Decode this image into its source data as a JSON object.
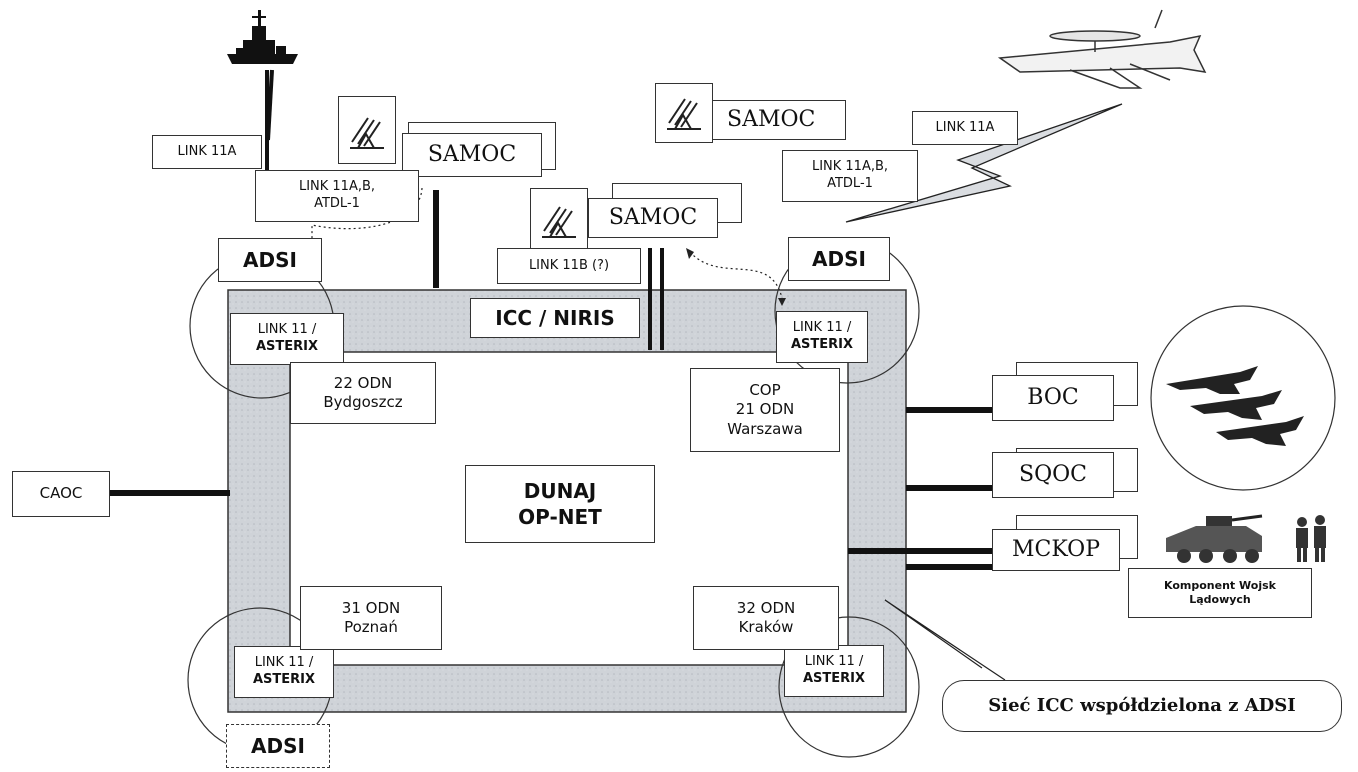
{
  "diagram": {
    "central": {
      "line1": "DUNAJ",
      "line2": "OP-NET"
    },
    "icc_niris": "ICC / NIRIS",
    "caoc": "CAOC",
    "samoc_left": "SAMOC",
    "samoc_center": "SAMOC",
    "samoc_top": "SAMOC",
    "link11a_left": "LINK 11A",
    "link11a_right": "LINK 11A",
    "link11ab_left": {
      "line1": "LINK 11A,B,",
      "line2": "ATDL-1"
    },
    "link11ab_right": {
      "line1": "LINK 11A,B,",
      "line2": "ATDL-1"
    },
    "link11b": "LINK 11B (?)",
    "adsi_top_left": "ADSI",
    "adsi_top_right": "ADSI",
    "adsi_bottom_left": "ADSI",
    "asterix_tl": {
      "line1": "LINK 11 /",
      "line2": "ASTERIX"
    },
    "asterix_tr": {
      "line1": "LINK 11 /",
      "line2": "ASTERIX"
    },
    "asterix_bl": {
      "line1": "LINK 11 /",
      "line2": "ASTERIX"
    },
    "asterix_br": {
      "line1": "LINK 11 /",
      "line2": "ASTERIX"
    },
    "odn22": {
      "line1": "22 ODN",
      "line2": "Bydgoszcz"
    },
    "odn21": {
      "line1": "COP",
      "line2": "21 ODN",
      "line3": "Warszawa"
    },
    "odn31": {
      "line1": "31 ODN",
      "line2": "Poznań"
    },
    "odn32": {
      "line1": "32 ODN",
      "line2": "Kraków"
    },
    "boc": "BOC",
    "sqoc": "SQOC",
    "mckop": "MCKOP",
    "land_component": {
      "line1": "Komponent Wojsk",
      "line2": "Lądowych"
    },
    "callout": "Sieć ICC współdzielona z ADSI"
  },
  "colors": {
    "ring": "#c8ccd2",
    "line": "#111111",
    "box_border": "#333333"
  },
  "icons": [
    "ship-icon",
    "antenna-icon",
    "aircraft-icon",
    "fighter-jets-icon",
    "armored-vehicle-icon",
    "soldiers-icon",
    "lightning-link-icon"
  ]
}
